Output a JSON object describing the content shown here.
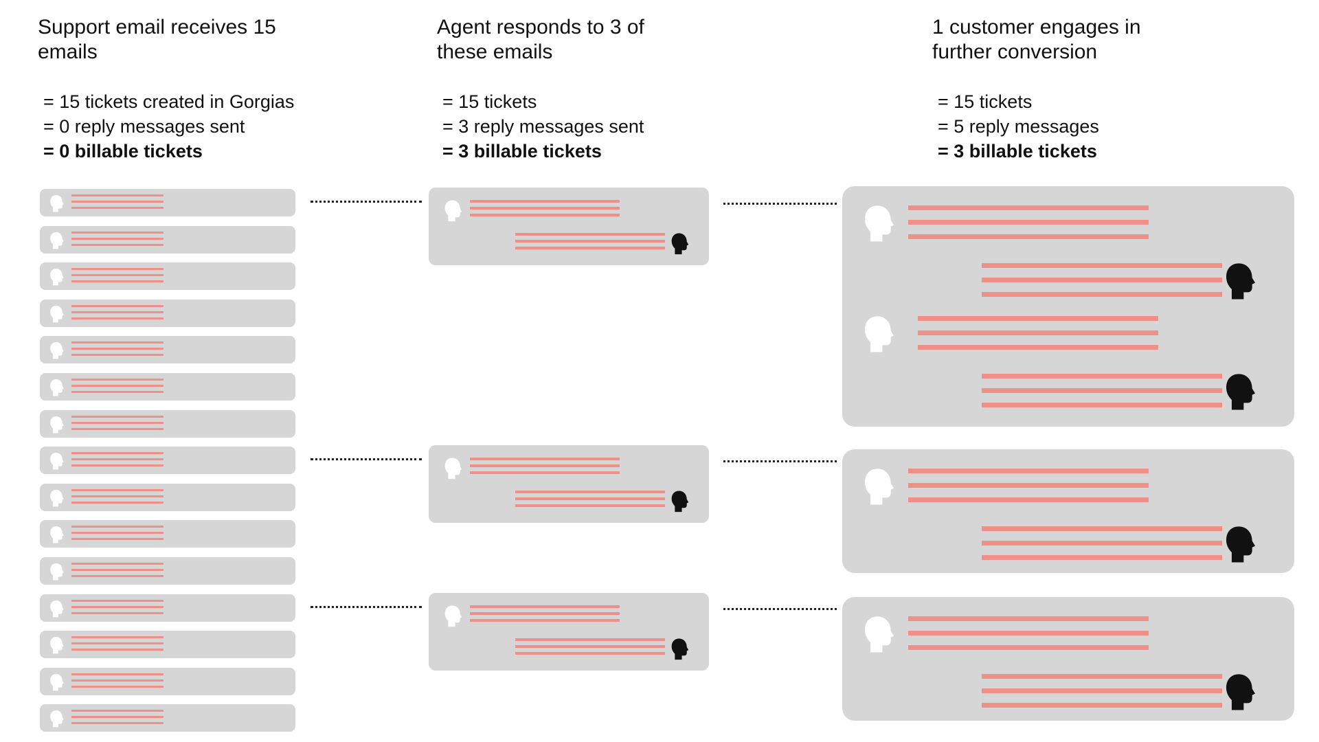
{
  "columns": [
    {
      "title": "Support email receives 15\nemails",
      "lines": [
        "= 15 tickets created in Gorgias",
        "= 0 reply messages sent",
        "= 0 billable tickets"
      ]
    },
    {
      "title": "Agent responds to 3 of\nthese emails",
      "lines": [
        "= 15 tickets",
        "= 3 reply messages sent",
        "= 3 billable tickets"
      ]
    },
    {
      "title": "1 customer engages in\nfurther conversion",
      "lines": [
        "= 15 tickets",
        "= 5 reply messages",
        "= 3 billable tickets"
      ]
    }
  ],
  "diagram": {
    "incoming_ticket_count": 15,
    "replied_ticket_rows": [
      0,
      7,
      11
    ],
    "followup_reply_extra_messages": 1
  },
  "colors": {
    "card": "#d6d6d6",
    "message_bar": "#f08f87",
    "customer_head": "#ffffff",
    "agent_head": "#111111",
    "connector": "#222222"
  },
  "icons": {
    "customer": "customer-head-icon",
    "agent": "agent-head-icon"
  }
}
